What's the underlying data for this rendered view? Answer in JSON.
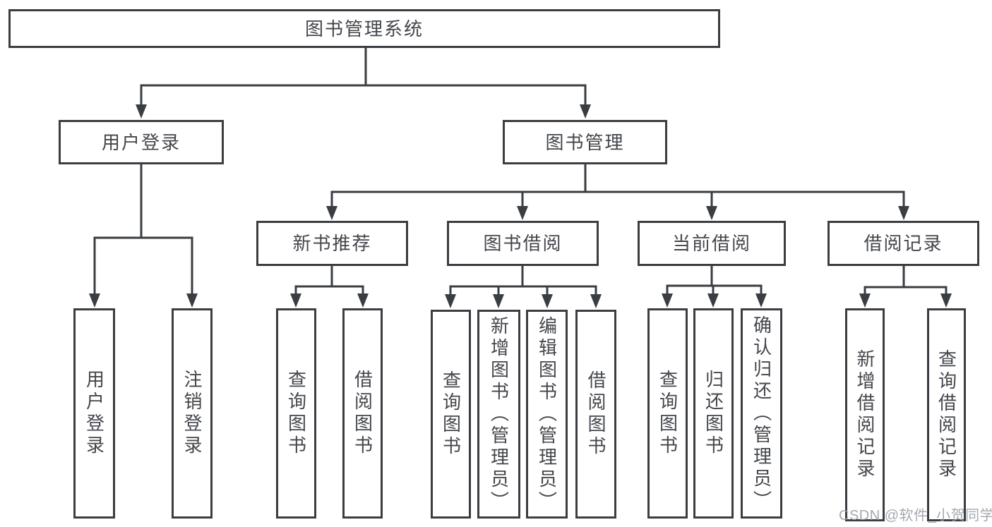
{
  "nodes": {
    "root": {
      "label": "图书管理系统"
    },
    "user_login": {
      "label": "用户登录"
    },
    "book_mgmt": {
      "label": "图书管理"
    },
    "new_book_rec": {
      "label": "新书推荐"
    },
    "book_borrow": {
      "label": "图书借阅"
    },
    "current_borrow": {
      "label": "当前借阅"
    },
    "borrow_records": {
      "label": "借阅记录"
    },
    "ul_user_login": {
      "label": "用户登录"
    },
    "ul_logout": {
      "label": "注销登录"
    },
    "nb_query_book": {
      "label": "查询图书"
    },
    "nb_borrow_book": {
      "label": "借阅图书"
    },
    "bb_query_book": {
      "label": "查询图书"
    },
    "bb_add_book": {
      "label": "新增图书（管理员）"
    },
    "bb_edit_book": {
      "label": "编辑图书（管理员）"
    },
    "bb_borrow_book": {
      "label": "借阅图书"
    },
    "cb_query_book": {
      "label": "查询图书"
    },
    "cb_return_book": {
      "label": "归还图书"
    },
    "cb_confirm_return": {
      "label": "确认归还（管理员）"
    },
    "br_add_record": {
      "label": "新增借阅记录"
    },
    "br_query_record": {
      "label": "查询借阅记录"
    }
  },
  "edges": [
    {
      "from": "root",
      "to": "user_login"
    },
    {
      "from": "root",
      "to": "book_mgmt"
    },
    {
      "from": "user_login",
      "to": "ul_user_login"
    },
    {
      "from": "user_login",
      "to": "ul_logout"
    },
    {
      "from": "book_mgmt",
      "to": "new_book_rec"
    },
    {
      "from": "book_mgmt",
      "to": "book_borrow"
    },
    {
      "from": "book_mgmt",
      "to": "current_borrow"
    },
    {
      "from": "book_mgmt",
      "to": "borrow_records"
    },
    {
      "from": "new_book_rec",
      "to": "nb_query_book"
    },
    {
      "from": "new_book_rec",
      "to": "nb_borrow_book"
    },
    {
      "from": "book_borrow",
      "to": "bb_query_book"
    },
    {
      "from": "book_borrow",
      "to": "bb_add_book"
    },
    {
      "from": "book_borrow",
      "to": "bb_edit_book"
    },
    {
      "from": "book_borrow",
      "to": "bb_borrow_book"
    },
    {
      "from": "current_borrow",
      "to": "cb_query_book"
    },
    {
      "from": "current_borrow",
      "to": "cb_return_book"
    },
    {
      "from": "current_borrow",
      "to": "cb_confirm_return"
    },
    {
      "from": "borrow_records",
      "to": "br_add_record"
    },
    {
      "from": "borrow_records",
      "to": "br_query_record"
    }
  ],
  "watermark": {
    "text": "CSDN @软件_小贺同学"
  },
  "colors": {
    "line": "#3a3d41",
    "text": "#43464b",
    "background": "#ffffff",
    "watermark": "#9aa0a6"
  }
}
